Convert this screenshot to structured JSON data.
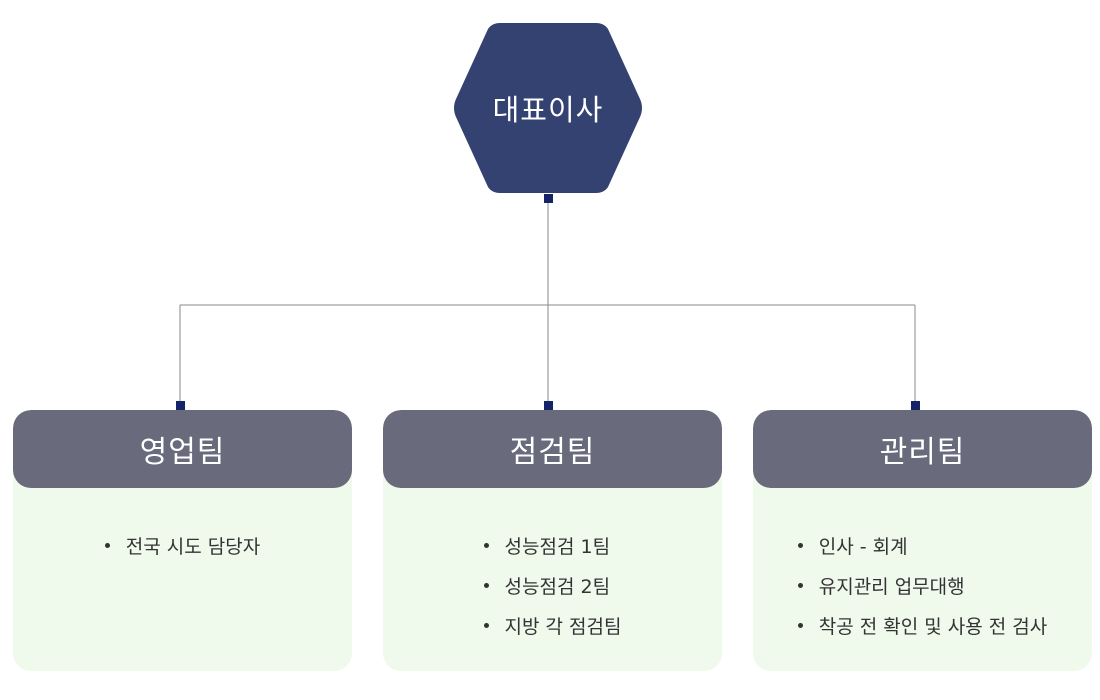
{
  "colors": {
    "ceo_fill": "#344272",
    "team_header": "#696b7c",
    "team_body": "#eff9ec",
    "connector_line": "#8a8a8a",
    "connector_dot": "#142466",
    "item_text": "#333333"
  },
  "ceo": {
    "label": "대표이사"
  },
  "teams": [
    {
      "name": "영업팀",
      "items": [
        "전국 시도 담당자"
      ]
    },
    {
      "name": "점검팀",
      "items": [
        "성능점검 1팀",
        "성능점검 2팀",
        "지방 각 점검팀"
      ]
    },
    {
      "name": "관리팀",
      "items": [
        "인사 - 회계",
        "유지관리 업무대행",
        "착공 전 확인 및 사용 전 검사"
      ]
    }
  ]
}
